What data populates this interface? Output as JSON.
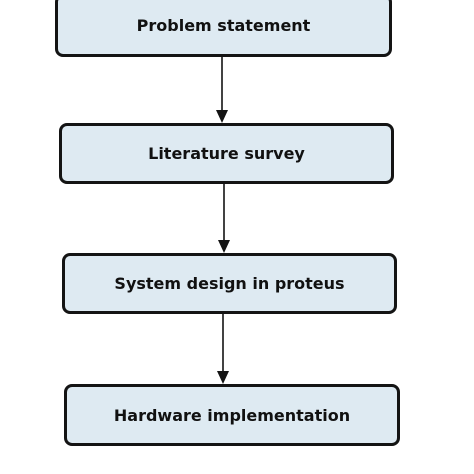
{
  "diagram": {
    "steps": [
      {
        "label": "Problem statement"
      },
      {
        "label": "Literature survey"
      },
      {
        "label": "System design in proteus"
      },
      {
        "label": "Hardware implementation"
      }
    ],
    "colors": {
      "box_fill": "#deeaf2",
      "box_border": "#141414",
      "arrow": "#141414",
      "text": "#111111"
    }
  }
}
